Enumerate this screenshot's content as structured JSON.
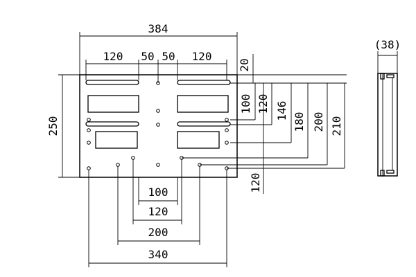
{
  "drawing": {
    "top_dimensions": {
      "overall_width": "384",
      "left_slot": "120",
      "left_center": "50",
      "right_center": "50",
      "right_slot": "120"
    },
    "left_dimension": {
      "overall_height": "250"
    },
    "right_dimensions": [
      "20",
      "100",
      "120",
      "146",
      "180",
      "200",
      "210"
    ],
    "vertical_extra": "120",
    "bottom_dimensions": [
      "100",
      "120",
      "200",
      "340"
    ],
    "side_view": {
      "thickness": "(38)"
    }
  }
}
